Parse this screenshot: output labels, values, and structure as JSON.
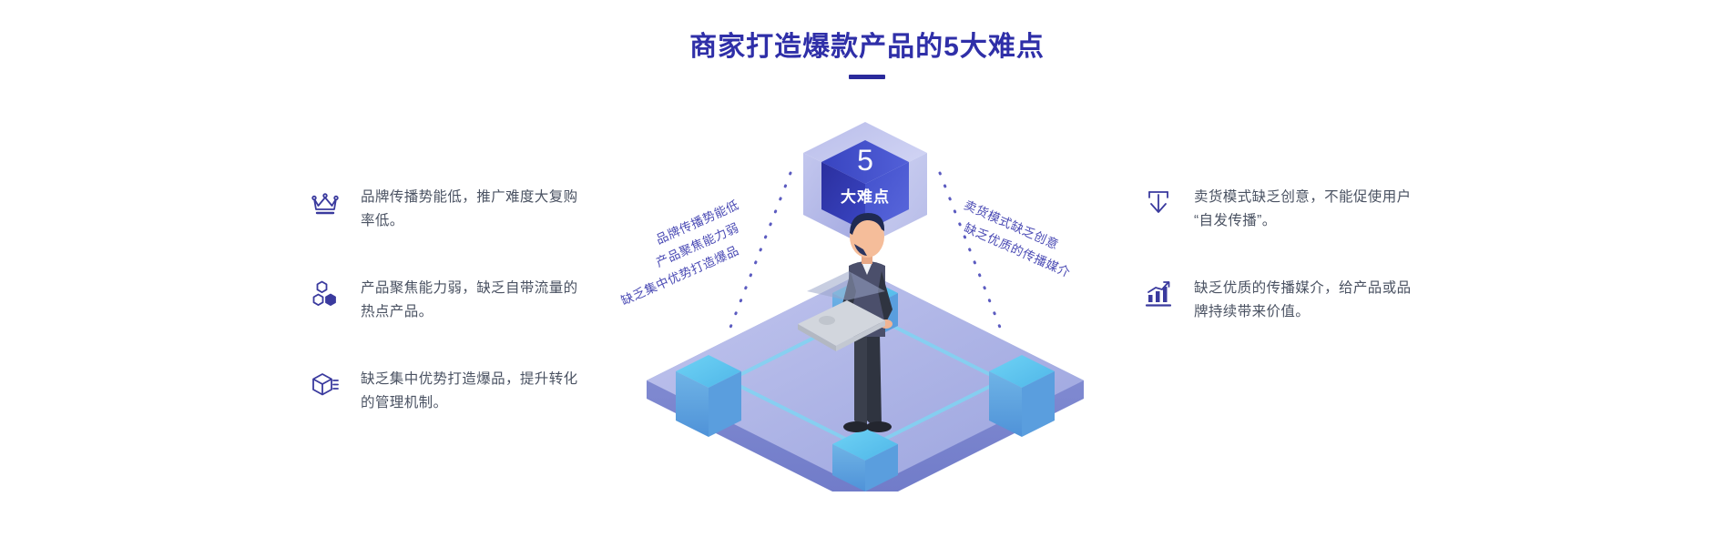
{
  "header": {
    "title": "商家打造爆款产品的5大难点"
  },
  "center": {
    "badge_number": "5",
    "badge_caption": "大难点",
    "ray_labels_left": [
      "品牌传播势能低",
      "产品聚焦能力弱",
      "缺乏集中优势打造爆品"
    ],
    "ray_labels_right": [
      "卖货模式缺乏创意",
      "缺乏优质的传播媒介"
    ]
  },
  "left_column": {
    "items": [
      {
        "icon": "crown-icon",
        "text": "品牌传播势能低，推广难度大复购率低。"
      },
      {
        "icon": "hexagon-cluster-icon",
        "text": "产品聚焦能力弱，缺乏自带流量的热点产品。"
      },
      {
        "icon": "box-list-icon",
        "text": "缺乏集中优势打造爆品，提升转化的管理机制。"
      }
    ]
  },
  "right_column": {
    "items": [
      {
        "icon": "download-arrow-icon",
        "text": "卖货模式缺乏创意，不能促使用户“自发传播”。"
      },
      {
        "icon": "bar-chart-growth-icon",
        "text": "缺乏优质的传播媒介，给产品或品牌持续带来价值。"
      }
    ]
  },
  "colors": {
    "title": "#2f2fa8",
    "accent_rule": "#2a2a9c",
    "body_text": "#4a5262",
    "icon": "#3a3a9e",
    "ray_label": "#4a4ab4",
    "hex_front_dark": "#3340b8",
    "hex_front_light": "#4a57cf",
    "hex_outer": "#aab0e4",
    "platform_top": "#b3b7e6",
    "platform_side": "#8f96d9",
    "pillar_top": "#5ec8f0",
    "pillar_side": "#63a8e0"
  }
}
